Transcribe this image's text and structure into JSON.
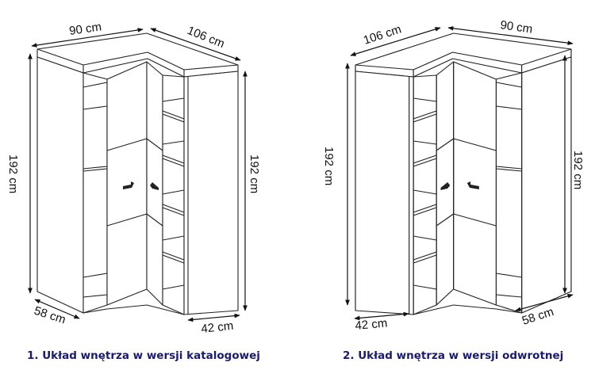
{
  "variants": [
    {
      "caption": "1. Układ wnętrza w wersji katalogowej",
      "dimensions": {
        "width_left": "90 cm",
        "width_right": "106 cm",
        "height_left": "192 cm",
        "height_right": "192 cm",
        "depth_left": "58 cm",
        "depth_right": "42 cm"
      }
    },
    {
      "caption": "2. Układ wnętrza w wersji odwrotnej",
      "dimensions": {
        "width_left": "106 cm",
        "width_right": "90 cm",
        "height_left": "192 cm",
        "height_right": "192 cm",
        "depth_left": "42 cm",
        "depth_right": "58 cm"
      }
    }
  ],
  "colors": {
    "caption": "#1a1a6e",
    "line": "#222222"
  }
}
